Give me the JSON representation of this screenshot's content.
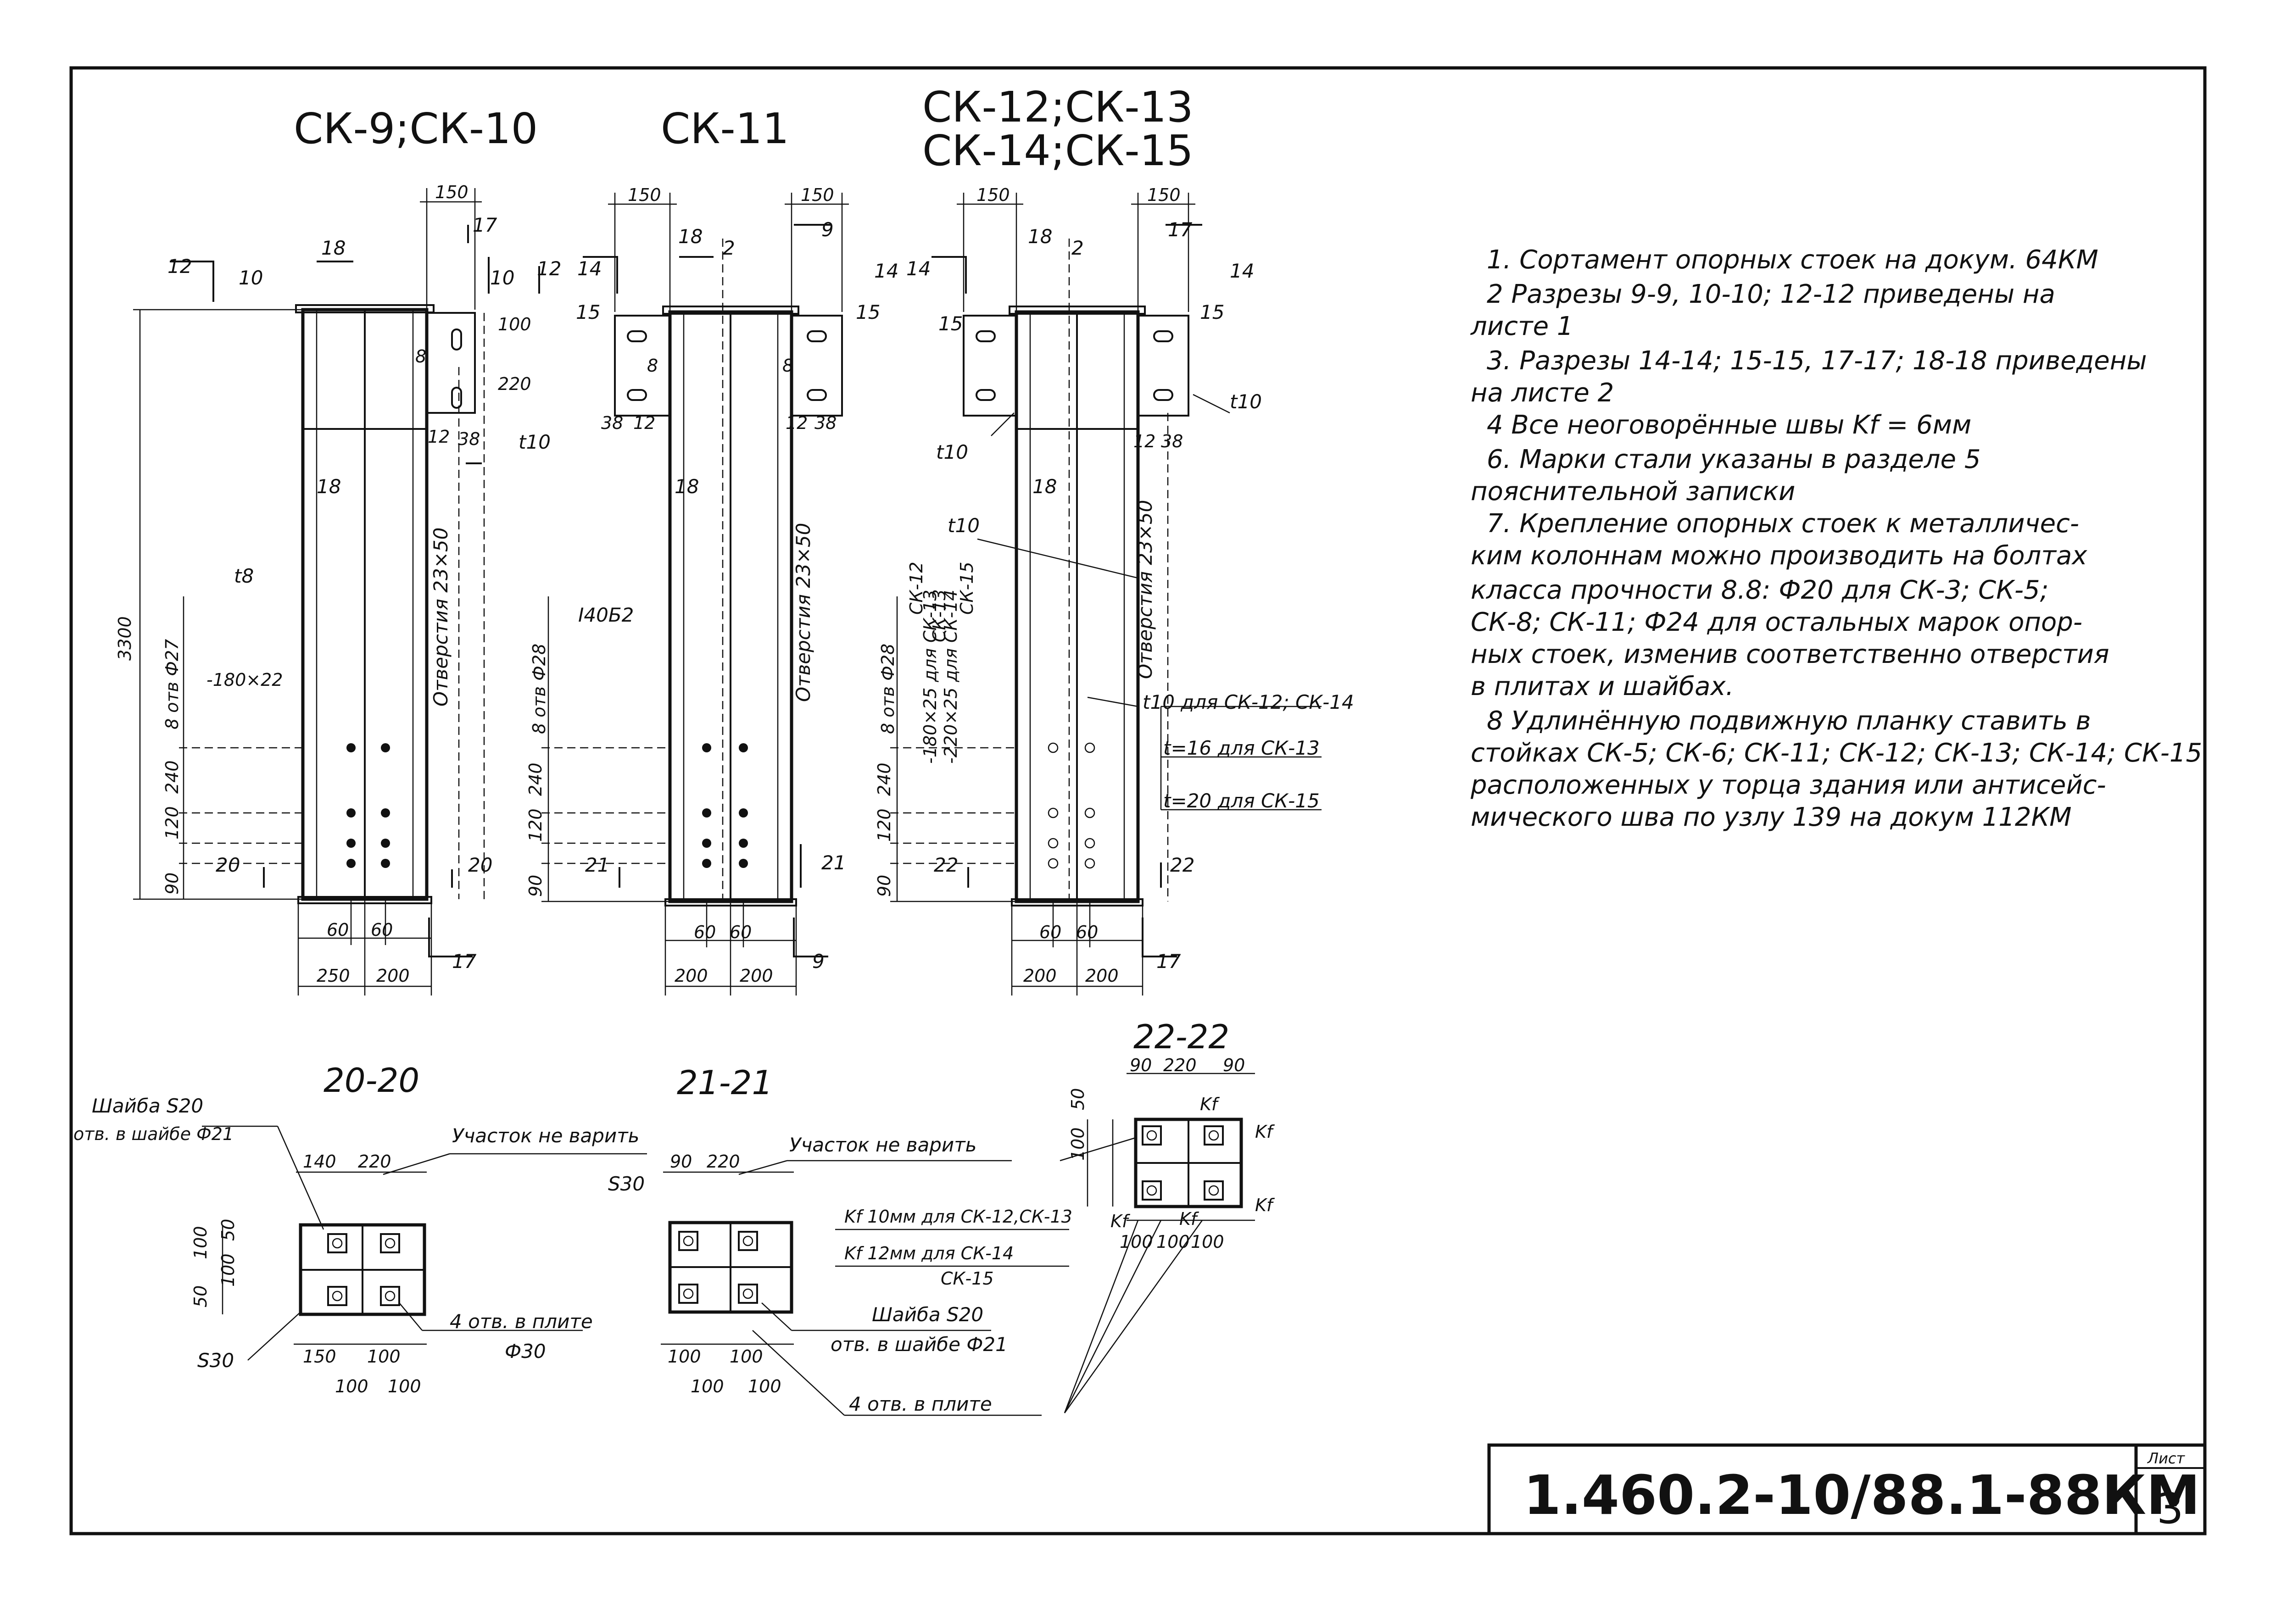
{
  "titles": {
    "group1": "СК-9;СК-10",
    "group2": "СК-11",
    "group3_line1": "СК-12;СК-13",
    "group3_line2": "СК-14;СК-15"
  },
  "view1": {
    "dim_150": "150",
    "cut_17": "17",
    "cut_18": "18",
    "cut_12": "12",
    "cut_10": "10",
    "dim_100": "100",
    "dim_220": "220",
    "dim_8": "8",
    "dim_12": "12",
    "dim_38": "38",
    "t10": "t10",
    "t8": "t8",
    "plate": "-180×22",
    "height": "3300",
    "holes_left": "8 отв Ф27",
    "holes_slot": "Отверстия 23×50",
    "dim_240": "240",
    "dim_120": "120",
    "dim_90": "90",
    "cut_20": "20",
    "dim_60a": "60",
    "dim_60b": "60",
    "dim_250": "250",
    "dim_200": "200"
  },
  "view2": {
    "dim_150a": "150",
    "dim_150b": "150",
    "cut_18": "18",
    "cut_2": "2",
    "cut_9": "9",
    "cut_14": "14",
    "cut_15": "15",
    "dim_38": "38",
    "dim_12": "12",
    "dim_8": "8",
    "i_beam": "I40Б2",
    "holes_left": "8 отв Ф28",
    "holes_slot": "Отверстия 23×50",
    "cut_21": "21",
    "dim_60a": "60",
    "dim_60b": "60",
    "dim_200a": "200",
    "dim_200b": "200",
    "dim_240": "240",
    "dim_120": "120",
    "dim_90": "90"
  },
  "view3": {
    "dim_150a": "150",
    "dim_150b": "150",
    "cut_18": "18",
    "cut_2": "2",
    "cut_17": "17",
    "cut_14": "14",
    "cut_15": "15",
    "t10a": "t10",
    "t10b": "t10",
    "t10c": "t10",
    "plate_sk12": "СК-12",
    "plate_sk13": "СК-13",
    "plate_a": "-180×25 для СК-13",
    "plate_b": "-220×25 для СК-14",
    "plate_sk15": "СК-15",
    "holes_left": "8 отв Ф28",
    "holes_slot": "Отверстия 23×50",
    "t_10_note": "t10 для СК-12; СК-14",
    "t_16_note": "t=16 для СК-13",
    "t_20_note": "t=20 для СК-15",
    "cut_22": "22",
    "dim_60a": "60",
    "dim_60b": "60",
    "dim_200a": "200",
    "dim_200b": "200",
    "dim_12": "12",
    "dim_38": "38",
    "dim_240": "240",
    "dim_120": "120",
    "dim_90": "90"
  },
  "section20": {
    "title": "20-20",
    "washer": "Шайба S20",
    "washer_hole": "отв. в шайбе Ф21",
    "no_weld": "Участок не варить",
    "dim_140": "140",
    "dim_220": "220",
    "dim_150": "150",
    "dim_100a": "100",
    "dim_100b": "100",
    "dim_50a": "50",
    "dim_100c": "100",
    "dim_50b": "50",
    "s30": "S30",
    "holes": "4 отв. в плите",
    "holes_d": "Ф30"
  },
  "section21": {
    "title": "21-21",
    "no_weld": "Участок не варить",
    "s30": "S30",
    "dim_90": "90",
    "dim_220": "220",
    "dim_100a": "100",
    "dim_100b": "100",
    "kf10": "Kf 10мм для СК-12,СК-13",
    "kf12": "Kf 12мм для СК-14",
    "kf12b": "СК-15",
    "washer": "Шайба S20",
    "washer_hole": "отв. в шайбе Ф21",
    "holes": "4 отв. в плите"
  },
  "section22": {
    "title": "22-22",
    "dim_90a": "90",
    "dim_220": "220",
    "dim_90b": "90",
    "dim_50": "50",
    "dim_100a": "100",
    "dim_100b": "100",
    "dim_100c": "100",
    "dim_100d": "100",
    "kf": "Kf"
  },
  "notes": [
    "1.  Сортамент опорных стоек на докум. 64КМ",
    "2  Разрезы 9-9, 10-10; 12-12  приведены  на",
    "листе 1",
    "3.  Разрезы 14-14; 15-15, 17-17; 18-18 приведены",
    "на листе 2",
    "4  Все  неоговорённые  швы  Kf = 6мм",
    "6.  Марки  стали  указаны  в  разделе 5",
    "пояснительной  записки",
    "7.  Крепление  опорных  стоек  к  металличес-",
    "ким   колоннам   можно  производить  на  болтах",
    "класса  прочности  8.8: Ф20  для  СК-3;  СК-5;",
    "СК-8; СК-11;  Ф24  для  остальных  марок  опор-",
    "ных  стоек,  изменив  соответственно  отверстия",
    "в  плитах   и  шайбах.",
    "8  Удлинённую   подвижную  планку  ставить  в",
    "стойках СК-5; СК-6; СК-11; СК-12; СК-13; СК-14; СК-15",
    "расположенных   у торца  здания  или  антисейс-",
    "мического   шва по    узлу  139  на  докум 112КМ"
  ],
  "stamp": {
    "code": "1.460.2-10/88.1-88КМ",
    "sheet_label": "Лист",
    "sheet_no": "3"
  }
}
